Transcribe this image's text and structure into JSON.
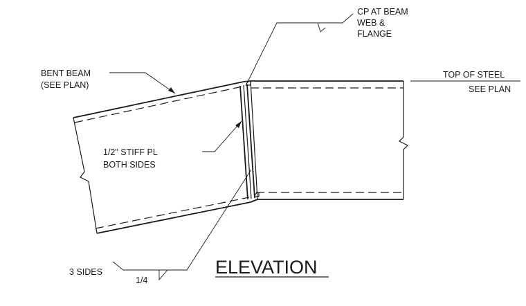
{
  "drawing": {
    "title": "ELEVATION",
    "labels": {
      "cp_line1": "CP AT BEAM",
      "cp_line2": "WEB &",
      "cp_line3": "FLANGE",
      "bent_line1": "BENT BEAM",
      "bent_line2": "(SEE PLAN)",
      "tos_line1": "TOP OF STEEL",
      "tos_line2": "SEE PLAN",
      "stiff_line1": "1/2\" STIFF PL",
      "stiff_line2": "BOTH SIDES",
      "weld_sides": "3 SIDES",
      "weld_size": "1/4"
    }
  }
}
